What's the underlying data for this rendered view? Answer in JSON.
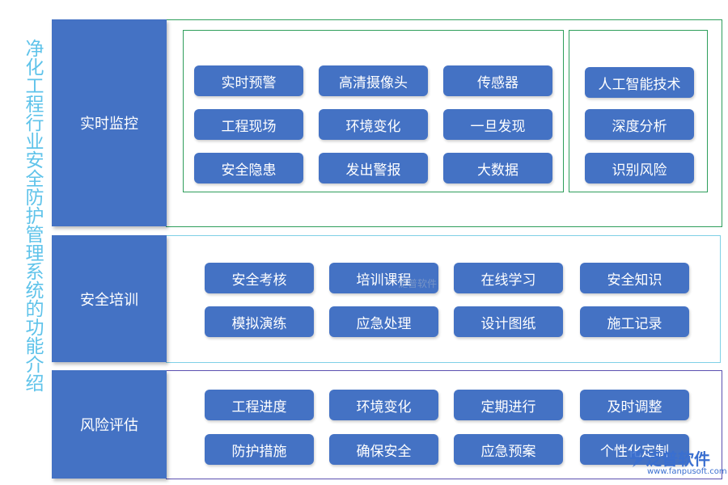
{
  "title": "净化工程行业安全防护管理系统的功能介绍",
  "sections": [
    {
      "label": "实时监控",
      "group1": [
        "实时预警",
        "高清摄像头",
        "传感器",
        "工程现场",
        "环境变化",
        "一旦发现",
        "安全隐患",
        "发出警报",
        "大数据"
      ],
      "group2": [
        "人工智能技术",
        "深度分析",
        "识别风险"
      ]
    },
    {
      "label": "安全培训",
      "items": [
        "安全考核",
        "培训课程",
        "在线学习",
        "安全知识",
        "模拟演练",
        "应急处理",
        "设计图纸",
        "施工记录"
      ]
    },
    {
      "label": "风险评估",
      "items": [
        "工程进度",
        "环境变化",
        "定期进行",
        "及时调整",
        "防护措施",
        "确保安全",
        "应急预案",
        "个性化定制"
      ]
    }
  ],
  "watermark": {
    "text": "泛普软件"
  },
  "brand": {
    "name": "泛普软件",
    "url": "www.fanpusoft.com"
  },
  "colors": {
    "button": "#4472c4",
    "title": "#5fc3ea",
    "border_section1": "#2e9e5b",
    "border_section2": "#7fd0e6",
    "border_section3": "#5b4fb0"
  }
}
